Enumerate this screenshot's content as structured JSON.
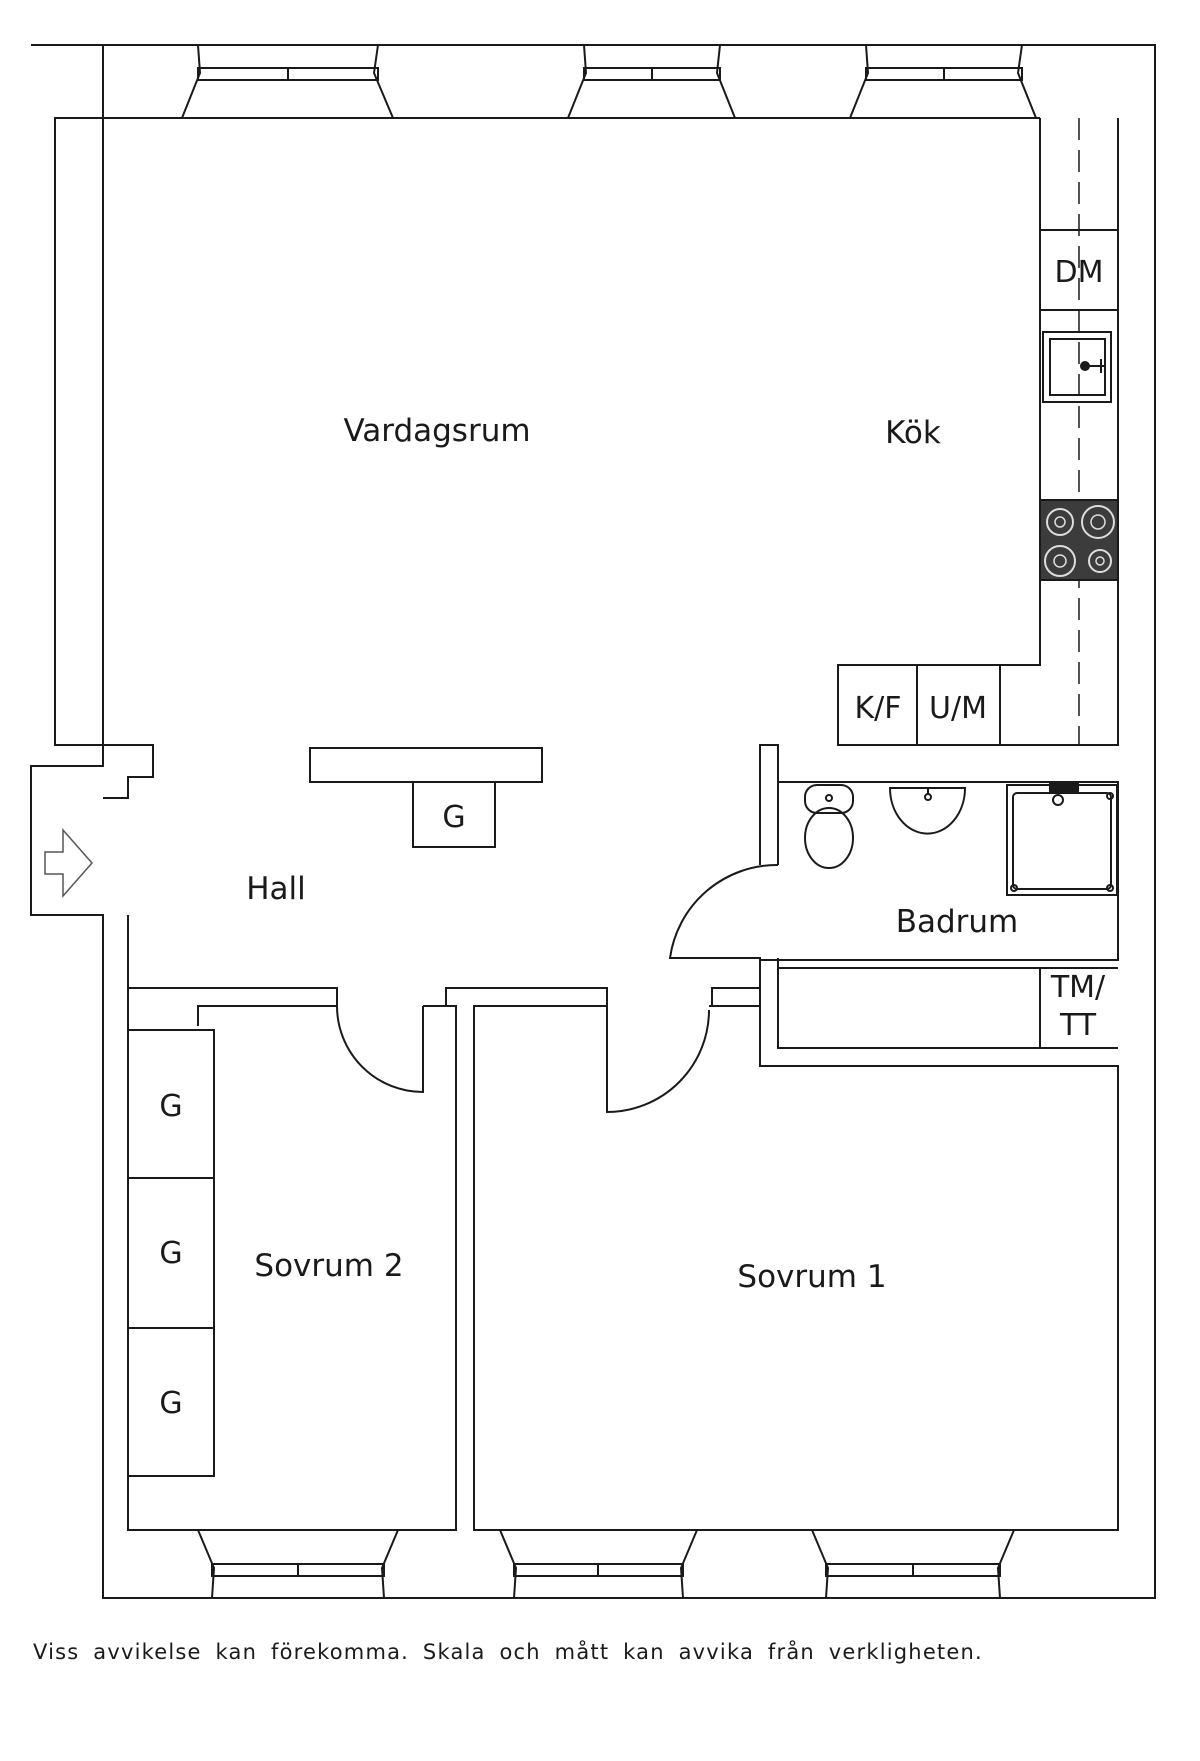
{
  "rooms": {
    "vardagsrum": "Vardagsrum",
    "kok": "Kök",
    "hall": "Hall",
    "badrum": "Badrum",
    "sovrum1": "Sovrum 1",
    "sovrum2": "Sovrum 2"
  },
  "fixtures": {
    "dm": "DM",
    "kf": "K/F",
    "um": "U/M",
    "tm_line1": "TM/",
    "tm_line2": "TT",
    "closet_hall": "G",
    "closet_1": "G",
    "closet_2": "G",
    "closet_3": "G"
  },
  "disclaimer": "Viss avvikelse kan förekomma. Skala och mått kan avvika från verkligheten."
}
